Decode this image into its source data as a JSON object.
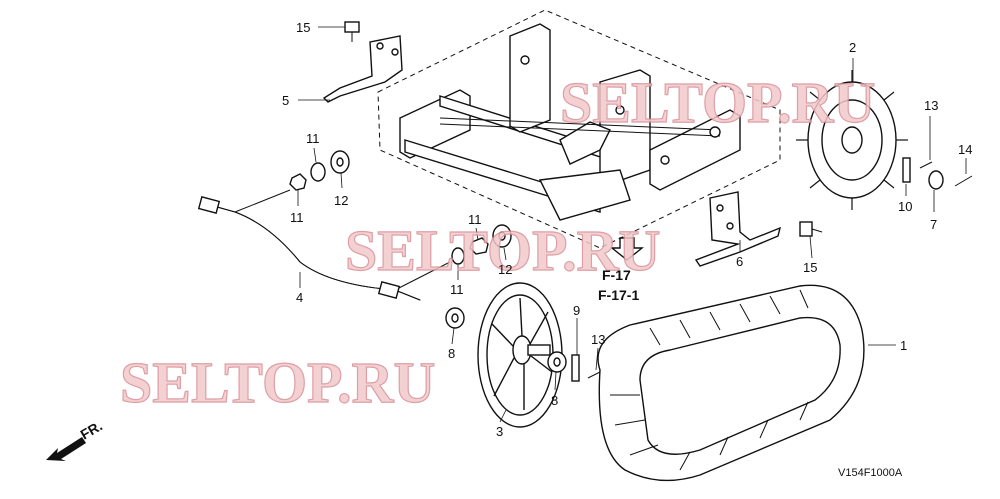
{
  "diagram": {
    "callouts": {
      "c1": "1",
      "c2": "2",
      "c3": "3",
      "c4": "4",
      "c5": "5",
      "c6": "6",
      "c7": "7",
      "c8a": "8",
      "c8b": "8",
      "c9": "9",
      "c10": "10",
      "c11a": "11",
      "c11b": "11",
      "c11c": "11",
      "c11d": "11",
      "c12a": "12",
      "c12b": "12",
      "c13a": "13",
      "c13b": "13",
      "c14": "14",
      "c15a": "15",
      "c15b": "15"
    },
    "refs": {
      "ref1": "F-17",
      "ref2": "F-17-1"
    },
    "direction_label": "FR.",
    "code": "V154F1000A",
    "watermarks": [
      "SELTOP.RU",
      "SELTOP.RU",
      "SELTOP.RU"
    ]
  }
}
